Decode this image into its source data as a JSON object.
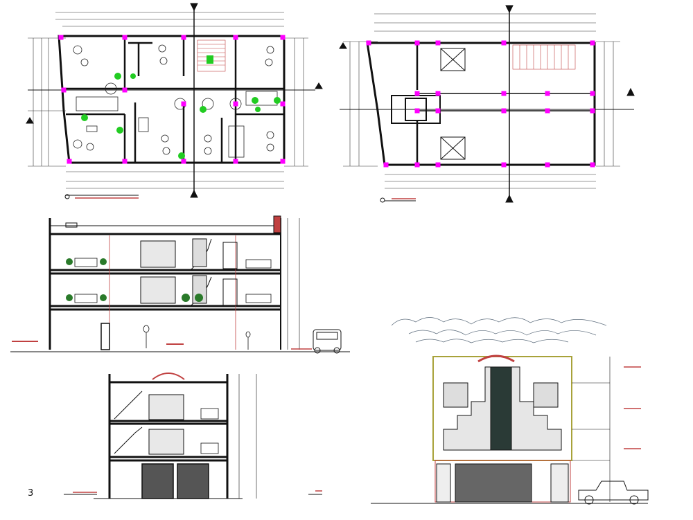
{
  "sheet": {
    "description_visible_text": [],
    "colors": {
      "line": "#111111",
      "magenta": "#ff00ff",
      "green": "#22cc22",
      "olive": "#a8a23a",
      "red_line": "#c04040",
      "tile": "#dddddd",
      "dark_tile": "#2a3a36"
    },
    "views": [
      {
        "name": "floor-plan-offices",
        "icon": "plan"
      },
      {
        "name": "floor-plan-open",
        "icon": "plan"
      },
      {
        "name": "longitudinal-section",
        "icon": "section"
      },
      {
        "name": "cross-section",
        "icon": "section"
      },
      {
        "name": "front-elevation",
        "icon": "elevation"
      }
    ],
    "page_number": "3"
  }
}
